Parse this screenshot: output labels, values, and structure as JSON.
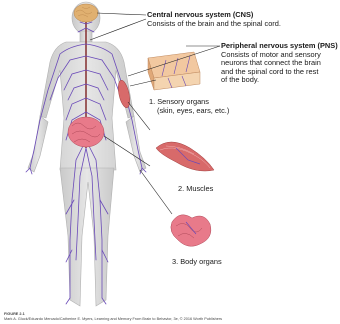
{
  "labels": {
    "cns": {
      "title": "Central nervous system (CNS)",
      "text": "Consists of the brain and the spinal cord."
    },
    "pns": {
      "title": "Peripheral nervous system (PNS)",
      "lines": [
        "Consists of motor and sensory",
        "neurons that connect the brain",
        "and the  spinal cord to the rest",
        "of the body."
      ]
    },
    "sensory": {
      "title": "1. Sensory organs",
      "text": "(skin, eyes, ears, etc.)"
    },
    "muscles": {
      "title": "2. Muscles"
    },
    "organs": {
      "title": "3. Body organs"
    }
  },
  "footer": {
    "figure": "FIGURE 2.1",
    "credit": "Mark A. Gluck/Eduardo Mercado/Catherine E. Myers, Learning and Memory From Brain to Behavior, 3e, © 2016 Worth Publishers"
  },
  "colors": {
    "skin": "#d7d7d7",
    "nerve": "#6a4ab8",
    "brain": "#e0b070",
    "muscle": "#d86a6a",
    "organ": "#e87a8a"
  }
}
